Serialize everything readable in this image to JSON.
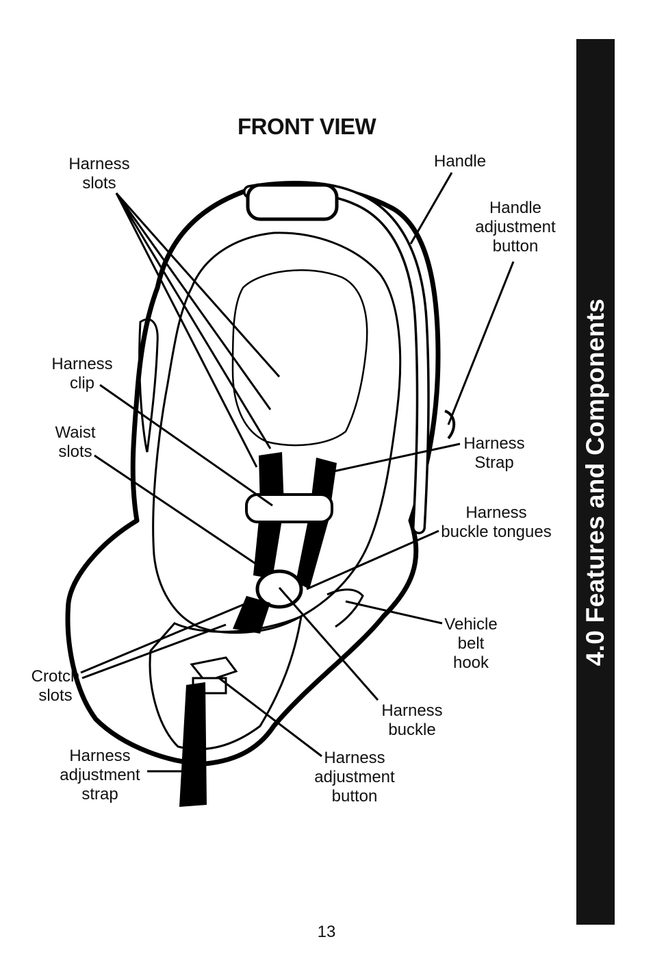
{
  "section_tab": "4.0 Features and Components",
  "title": "FRONT VIEW",
  "page_number": "13",
  "labels": {
    "harness_slots": "Harness\nslots",
    "handle": "Handle",
    "handle_adjustment_button": "Handle\nadjustment\nbutton",
    "harness_clip": "Harness\nclip",
    "waist_slots": "Waist\nslots",
    "harness_strap": "Harness\nStrap",
    "harness_buckle_tongues": "Harness\nbuckle tongues",
    "vehicle_belt_hook": "Vehicle\nbelt\nhook",
    "crotch_slots": "Crotch\nslots",
    "harness_buckle": "Harness\nbuckle",
    "harness_adjustment_strap": "Harness\nadjustment\nstrap",
    "harness_adjustment_button": "Harness\nadjustment\nbutton"
  }
}
